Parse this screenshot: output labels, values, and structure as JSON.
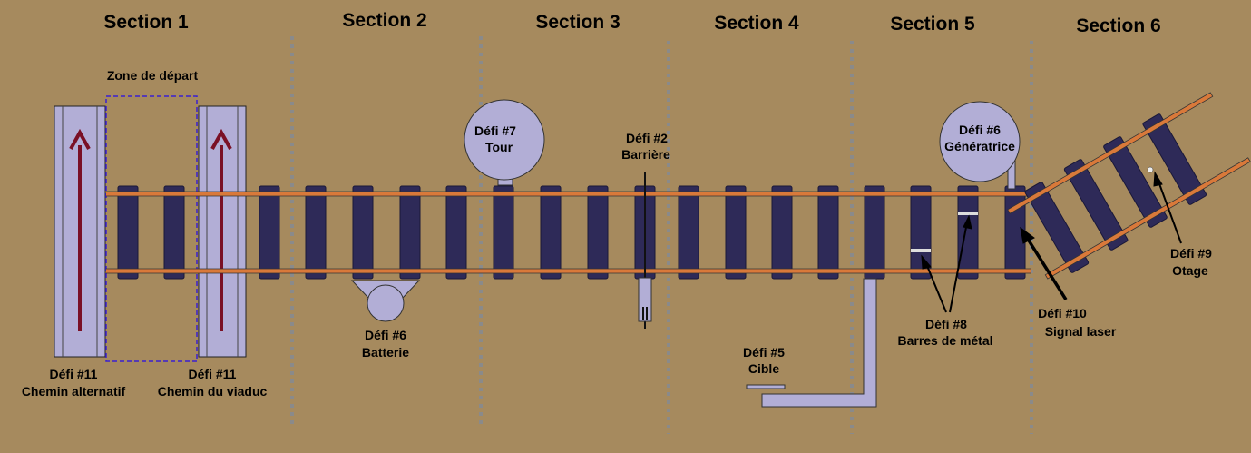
{
  "colors": {
    "background": "#a68a5e",
    "tie": "#2e2a58",
    "rail": "#d9793a",
    "platform": "#b2aed6",
    "arrow": "#7a1025",
    "divider": "#8a8a8a",
    "start_zone_border": "#3a1fd0"
  },
  "sections": [
    "Section 1",
    "Section 2",
    "Section 3",
    "Section 4",
    "Section 5",
    "Section 6"
  ],
  "start_zone": {
    "label": "Zone de départ"
  },
  "labels": {
    "alt_path": [
      "Défi #11",
      "Chemin alternatif"
    ],
    "viaduct_path": [
      "Défi #11",
      "Chemin du viaduc"
    ],
    "battery": [
      "Défi #6",
      "Batterie"
    ],
    "tower": [
      "Défi #7",
      "Tour"
    ],
    "barrier": [
      "Défi #2",
      "Barrière"
    ],
    "target": [
      "Défi #5",
      "Cible"
    ],
    "generator": [
      "Défi #6",
      "Génératrice"
    ],
    "metal_bars": [
      "Défi #8",
      "Barres de métal"
    ],
    "laser_signal": [
      "Défi #10",
      "Signal laser"
    ],
    "hostage": [
      "Défi #9",
      "Otage"
    ]
  }
}
